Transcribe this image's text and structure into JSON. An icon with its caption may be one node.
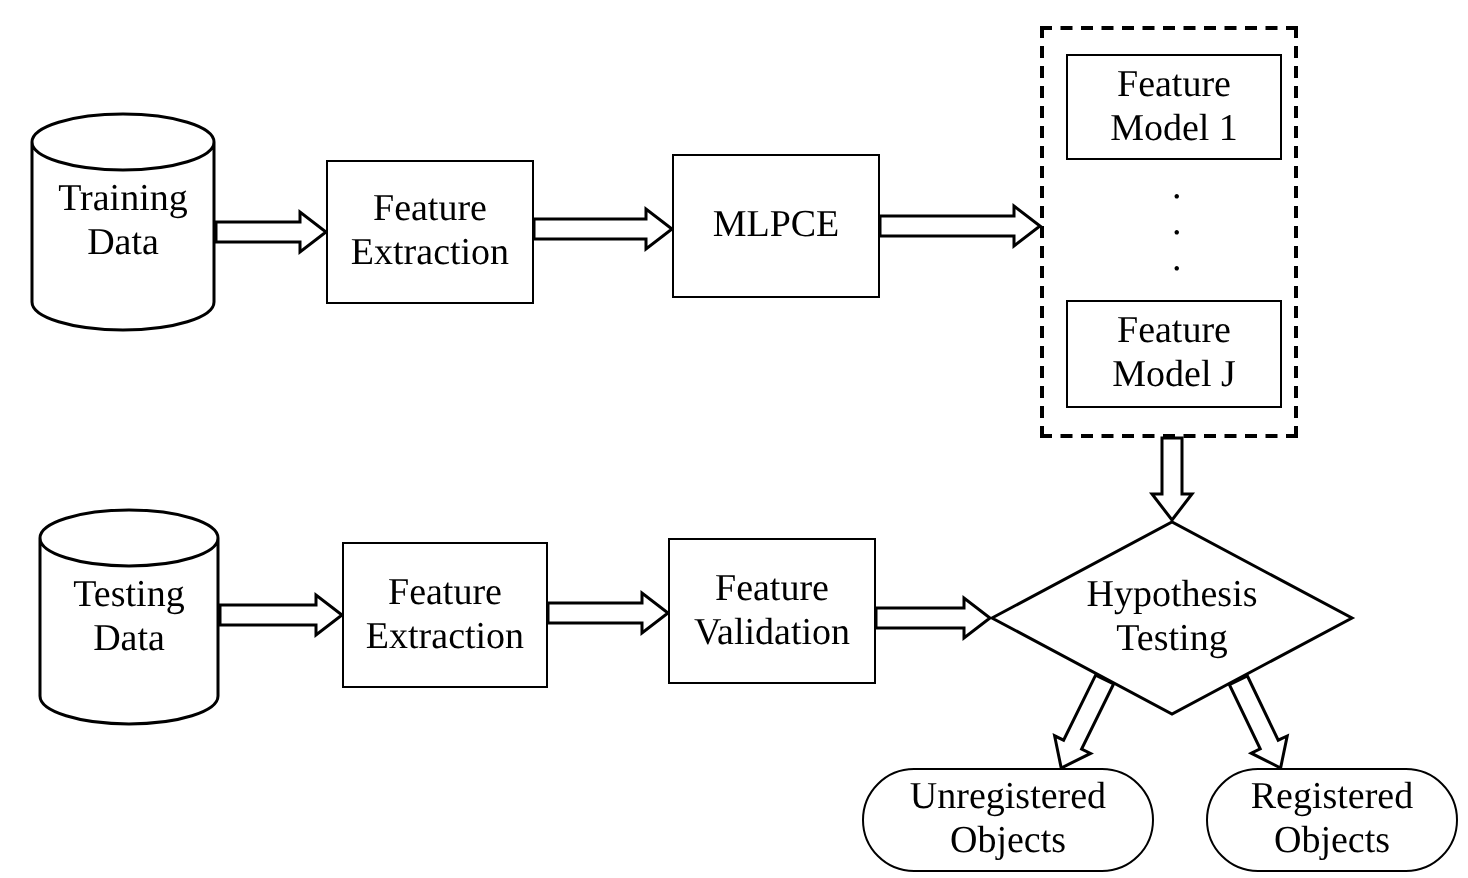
{
  "diagram": {
    "nodes": [
      {
        "text": [
          "Training Data"
        ]
      },
      {
        "text": [
          "Feature Extraction"
        ]
      },
      {
        "text": [
          "MLPCE"
        ]
      },
      {
        "text": [],
        "shape": "box"
      },
      {
        "text": [
          "Feature Model 1"
        ],
        "in": 3
      },
      {
        "text": [
          "Feature Model J"
        ],
        "in": 3
      },
      {
        "text": [
          "Testing Data"
        ]
      },
      {
        "text": [
          "Feature Extraction"
        ]
      },
      {
        "text": [
          "Feature Validation"
        ]
      },
      {
        "text": [
          "Hypothesis Testing"
        ]
      },
      {
        "text": [
          "Unregistered Objects"
        ]
      },
      {
        "text": [
          "Registered Objects"
        ]
      }
    ],
    "edges": [
      {
        "from": 0,
        "to": 1,
        "arrow": "to"
      },
      {
        "from": 1,
        "to": 2,
        "arrow": "to"
      },
      {
        "from": 2,
        "to": 3,
        "arrow": "to"
      },
      {
        "from": 3,
        "to": 9,
        "arrow": "to"
      },
      {
        "from": 6,
        "to": 7,
        "arrow": "to"
      },
      {
        "from": 7,
        "to": 8,
        "arrow": "to"
      },
      {
        "from": 8,
        "to": 9,
        "arrow": "to"
      },
      {
        "from": 9,
        "to": 10,
        "arrow": "to"
      },
      {
        "from": 9,
        "to": 11,
        "arrow": "to"
      }
    ],
    "labels": [
      ".",
      ".",
      "."
    ]
  }
}
